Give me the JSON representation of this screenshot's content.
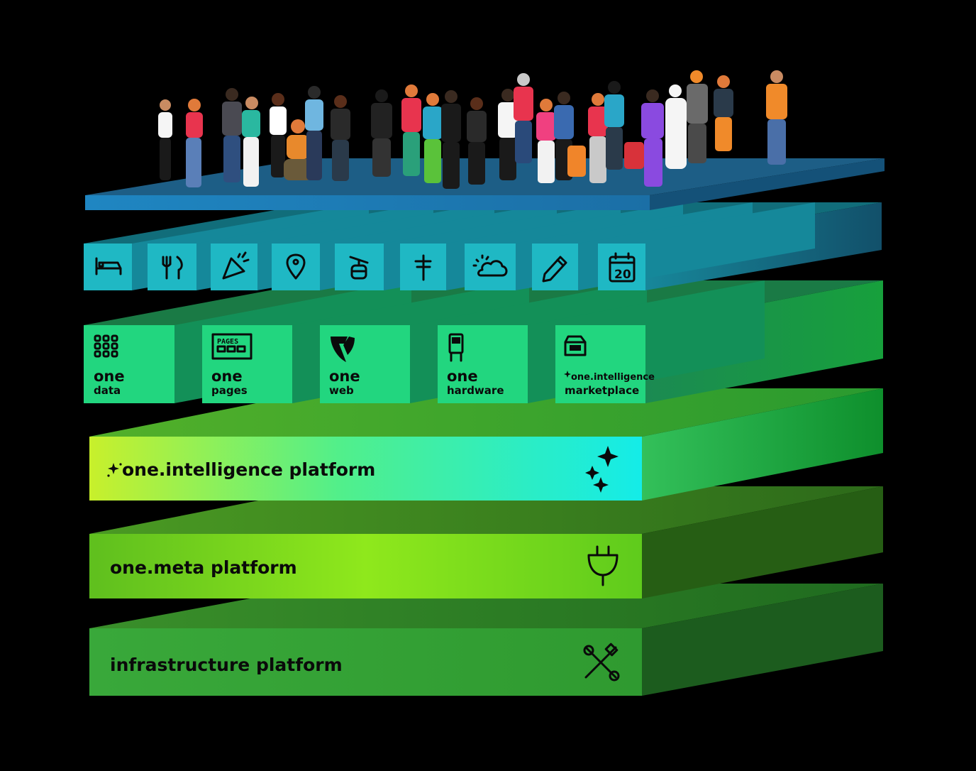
{
  "layers": {
    "infrastructure": {
      "label": "infrastructure platform",
      "icon": "wrench-screwdriver-icon"
    },
    "meta": {
      "label": "one.meta platform",
      "icon": "plug-icon"
    },
    "intelligence": {
      "label": "one.intelligence platform",
      "icon": "sparkle-icon"
    }
  },
  "products": [
    {
      "title": "one",
      "subtitle": "data",
      "icon": "grid-icon"
    },
    {
      "title": "one",
      "subtitle": "pages",
      "icon": "pages-board-icon",
      "icon_text": "PAGES"
    },
    {
      "title": "one",
      "subtitle": "web",
      "icon": "typo3-icon"
    },
    {
      "title": "one",
      "subtitle": "hardware",
      "icon": "kiosk-icon"
    },
    {
      "title": "one.intelligence",
      "subtitle": "marketplace",
      "icon": "store-icon"
    }
  ],
  "categories": [
    {
      "icon": "bed-icon"
    },
    {
      "icon": "fork-knife-icon"
    },
    {
      "icon": "party-popper-icon"
    },
    {
      "icon": "map-pin-icon"
    },
    {
      "icon": "cable-car-icon"
    },
    {
      "icon": "signpost-icon"
    },
    {
      "icon": "sun-cloud-icon"
    },
    {
      "icon": "pencil-icon"
    },
    {
      "icon": "calendar-icon",
      "day": "20"
    }
  ],
  "colors": {
    "infrastructure": "#2e9f2e",
    "meta": "#6cd11c",
    "intelligence_start": "#c6f02a",
    "intelligence_end": "#19e8e0",
    "products": "#22d77f",
    "categories": "#1fb8c4",
    "people_platform": "#1a78b4"
  }
}
